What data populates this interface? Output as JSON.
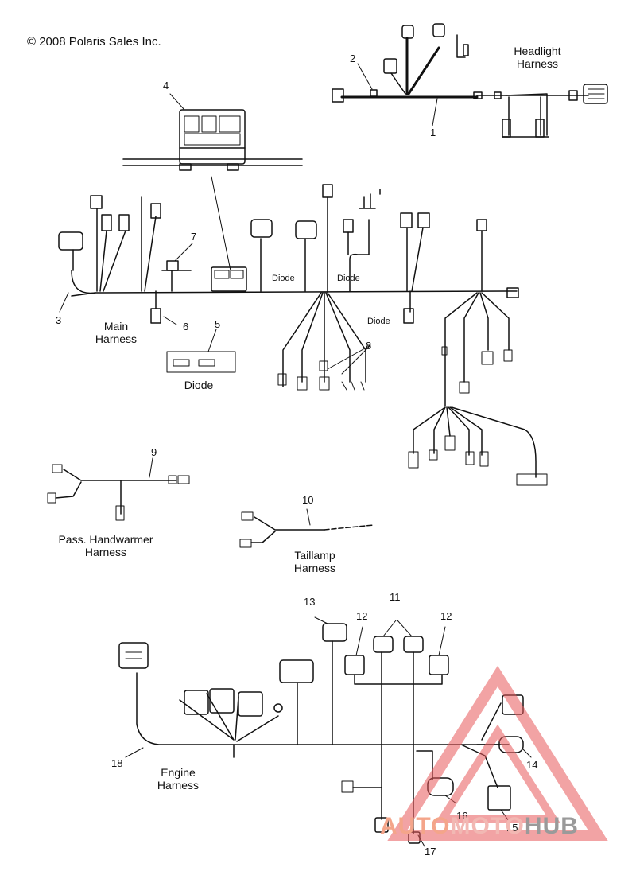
{
  "copyright": "© 2008 Polaris Sales Inc.",
  "assemblies": {
    "headlight": "Headlight\nHarness",
    "main": "Main\nHarness",
    "diode_detail": "Diode",
    "handwarmer": "Pass. Handwarmer\nHarness",
    "taillamp": "Taillamp\nHarness",
    "engine": "Engine\nHarness"
  },
  "diode_tags": [
    "Diode",
    "Diode",
    "Diode"
  ],
  "callouts": [
    "1",
    "2",
    "3",
    "4",
    "5",
    "6",
    "7",
    "8",
    "9",
    "10",
    "11",
    "12",
    "12",
    "13",
    "14",
    "15",
    "16",
    "17",
    "18"
  ],
  "watermark": {
    "part1": "AUTO",
    "part2": "MOTO",
    "part3": "HUB",
    "colors": {
      "part1": "#f4a58a",
      "part2": "#f2b8b3",
      "part3": "#9a9a9a",
      "triangle": "#e8585a"
    }
  }
}
